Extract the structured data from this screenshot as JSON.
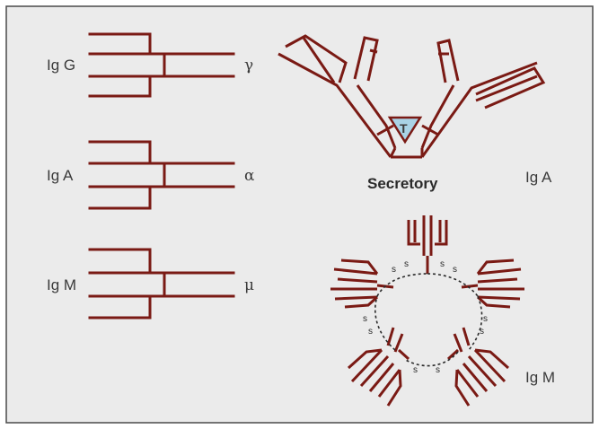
{
  "colors": {
    "frame": "#4a4a4a",
    "background": "#ebebeb",
    "chain": "#7a1a14",
    "secretory_piece": "#a9d3e6"
  },
  "left_labels": [
    {
      "name": "Ig G",
      "chain": "γ"
    },
    {
      "name": "Ig A",
      "chain": "α"
    },
    {
      "name": "Ig M",
      "chain": "μ"
    }
  ],
  "secretory": {
    "caption": "Secretory",
    "piece_label": "T",
    "name": "Ig A"
  },
  "igm": {
    "name": "Ig M",
    "disulfide": "s"
  }
}
